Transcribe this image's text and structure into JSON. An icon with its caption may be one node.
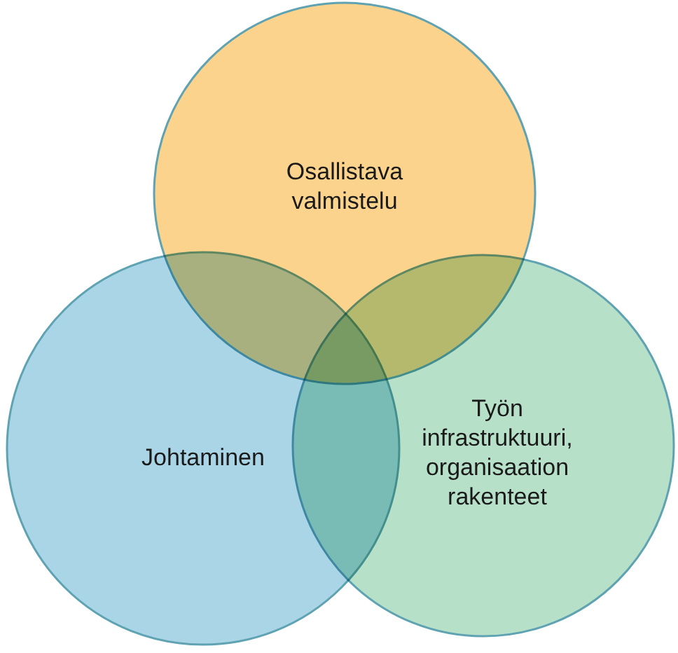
{
  "diagram": {
    "nodes": [
      {
        "text": [
          "Osallistava valmistelu"
        ]
      },
      {
        "text": [
          "Johtaminen"
        ]
      },
      {
        "text": [
          "Työn infrastruktuuri, organisaation rakenteet"
        ]
      }
    ],
    "edges": []
  }
}
